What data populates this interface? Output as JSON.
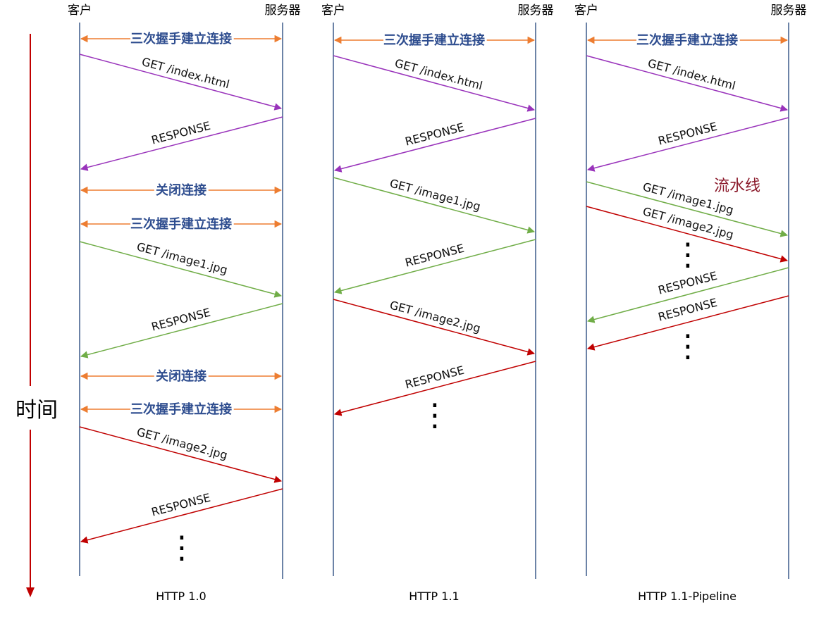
{
  "colors": {
    "lifeline": "#3b5a8a",
    "handshake": "#ed7d31",
    "index": "#9933bb",
    "image1": "#70ad47",
    "image2": "#c00000",
    "time_axis": "#c00000"
  },
  "time_label": "时间",
  "pipeline_label": "流水线",
  "panels": [
    {
      "client_label": "客户",
      "server_label": "服务器",
      "footer": "HTTP 1.0",
      "connection_labels": [
        "三次握手建立连接",
        "关闭连接",
        "三次握手建立连接",
        "关闭连接",
        "三次握手建立连接"
      ],
      "messages": [
        {
          "text": "GET /index.html",
          "color_key": "index"
        },
        {
          "text": "RESPONSE",
          "color_key": "index"
        },
        {
          "text": "GET /image1.jpg",
          "color_key": "image1"
        },
        {
          "text": "RESPONSE",
          "color_key": "image1"
        },
        {
          "text": "GET /image2.jpg",
          "color_key": "image2"
        },
        {
          "text": "RESPONSE",
          "color_key": "image2"
        }
      ],
      "ellipsis": [
        "⋮"
      ]
    },
    {
      "client_label": "客户",
      "server_label": "服务器",
      "footer": "HTTP 1.1",
      "connection_labels": [
        "三次握手建立连接"
      ],
      "messages": [
        {
          "text": "GET /index.html",
          "color_key": "index"
        },
        {
          "text": "RESPONSE",
          "color_key": "index"
        },
        {
          "text": "GET /image1.jpg",
          "color_key": "image1"
        },
        {
          "text": "RESPONSE",
          "color_key": "image1"
        },
        {
          "text": "GET /image2.jpg",
          "color_key": "image2"
        },
        {
          "text": "RESPONSE",
          "color_key": "image2"
        }
      ],
      "ellipsis": [
        "⋮"
      ]
    },
    {
      "client_label": "客户",
      "server_label": "服务器",
      "footer": "HTTP 1.1-Pipeline",
      "connection_labels": [
        "三次握手建立连接"
      ],
      "messages": [
        {
          "text": "GET /index.html",
          "color_key": "index"
        },
        {
          "text": "RESPONSE",
          "color_key": "index"
        },
        {
          "text": "GET /image1.jpg",
          "color_key": "image1"
        },
        {
          "text": "GET /image2.jpg",
          "color_key": "image2"
        },
        {
          "text": "RESPONSE",
          "color_key": "image1"
        },
        {
          "text": "RESPONSE",
          "color_key": "image2"
        }
      ],
      "ellipsis": [
        "⋮",
        "⋮"
      ]
    }
  ]
}
